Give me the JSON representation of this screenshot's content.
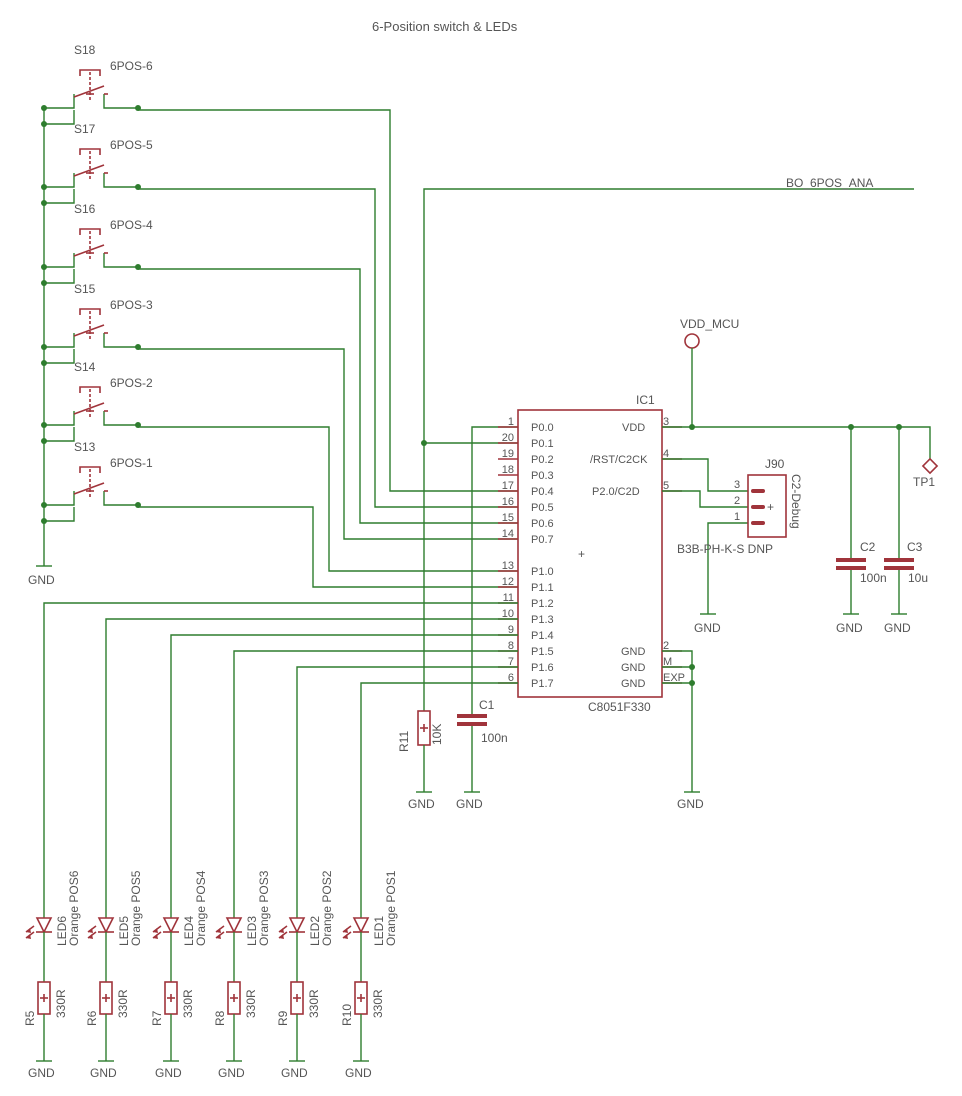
{
  "title": "6-Position switch & LEDs",
  "net_label": "BO_6POS_ANA",
  "vdd_label": "VDD_MCU",
  "gnd_label": "GND",
  "ic": {
    "ref": "IC1",
    "value": "C8051F330",
    "center_mark": "+",
    "left_pins": [
      {
        "num": "1",
        "name": "P0.0"
      },
      {
        "num": "20",
        "name": "P0.1"
      },
      {
        "num": "19",
        "name": "P0.2"
      },
      {
        "num": "18",
        "name": "P0.3"
      },
      {
        "num": "17",
        "name": "P0.4"
      },
      {
        "num": "16",
        "name": "P0.5"
      },
      {
        "num": "15",
        "name": "P0.6"
      },
      {
        "num": "14",
        "name": "P0.7"
      },
      {
        "num": "13",
        "name": "P1.0"
      },
      {
        "num": "12",
        "name": "P1.1"
      },
      {
        "num": "11",
        "name": "P1.2"
      },
      {
        "num": "10",
        "name": "P1.3"
      },
      {
        "num": "9",
        "name": "P1.4"
      },
      {
        "num": "8",
        "name": "P1.5"
      },
      {
        "num": "7",
        "name": "P1.6"
      },
      {
        "num": "6",
        "name": "P1.7"
      }
    ],
    "right_pins": [
      {
        "num": "3",
        "name": "VDD"
      },
      {
        "num": "4",
        "name": "/RST/C2CK"
      },
      {
        "num": "5",
        "name": "P2.0/C2D"
      },
      {
        "num": "2",
        "name": "GND"
      },
      {
        "num": "M",
        "name": "GND"
      },
      {
        "num": "EXP",
        "name": "GND"
      }
    ]
  },
  "switches": [
    {
      "ref": "S18",
      "value": "6POS-6"
    },
    {
      "ref": "S17",
      "value": "6POS-5"
    },
    {
      "ref": "S16",
      "value": "6POS-4"
    },
    {
      "ref": "S15",
      "value": "6POS-3"
    },
    {
      "ref": "S14",
      "value": "6POS-2"
    },
    {
      "ref": "S13",
      "value": "6POS-1"
    }
  ],
  "leds": [
    {
      "ref": "LED6",
      "value": "Orange POS6",
      "res_ref": "R5",
      "res_value": "330R"
    },
    {
      "ref": "LED5",
      "value": "Orange POS5",
      "res_ref": "R6",
      "res_value": "330R"
    },
    {
      "ref": "LED4",
      "value": "Orange POS4",
      "res_ref": "R7",
      "res_value": "330R"
    },
    {
      "ref": "LED3",
      "value": "Orange POS3",
      "res_ref": "R8",
      "res_value": "330R"
    },
    {
      "ref": "LED2",
      "value": "Orange POS2",
      "res_ref": "R9",
      "res_value": "330R"
    },
    {
      "ref": "LED1",
      "value": "Orange POS1",
      "res_ref": "R10",
      "res_value": "330R"
    }
  ],
  "r11": {
    "ref": "R11",
    "value": "10K"
  },
  "c1": {
    "ref": "C1",
    "value": "100n"
  },
  "c2": {
    "ref": "C2",
    "value": "100n"
  },
  "c3": {
    "ref": "C3",
    "value": "10u"
  },
  "tp1": {
    "ref": "TP1"
  },
  "j90": {
    "ref": "J90",
    "value": "B3B-PH-K-S DNP",
    "name": "C2-Debug",
    "pins": [
      "3",
      "2",
      "1"
    ]
  },
  "colors": {
    "wire": "#2e7d2e",
    "part": "#a0343b",
    "text": "#555555"
  }
}
